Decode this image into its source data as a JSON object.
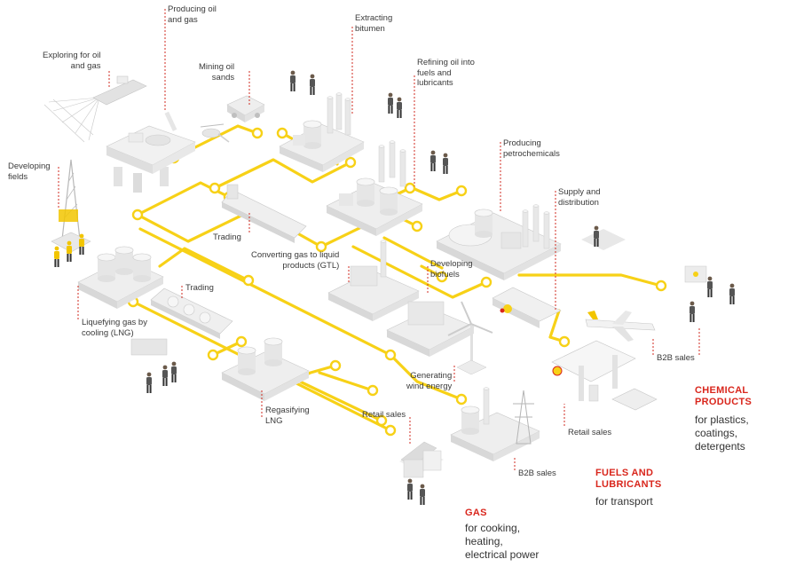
{
  "colors": {
    "pipeline": "#f7d117",
    "leader": "#d02b20",
    "accent": "#d9261c",
    "building": "#e9e9e9",
    "building_dark": "#cfcfcf"
  },
  "icons": [
    "oil-rig-icon",
    "helicopter-icon",
    "derrick-icon",
    "ship-icon",
    "tanker-truck-icon",
    "airplane-icon",
    "wind-turbine-icon",
    "house-icon",
    "pylon-icon",
    "fuel-station-icon",
    "people-icon"
  ],
  "labels": {
    "exploring": "Exploring for oil\nand gas",
    "producing": "Producing oil\nand gas",
    "mining": "Mining oil\nsands",
    "bitumen": "Extracting\nbitumen",
    "refining": "Refining oil into\nfuels and\nlubricants",
    "developing_fields": "Developing\nfields",
    "petrochem": "Producing\npetrochemicals",
    "supply": "Supply and\ndistribution",
    "trading_top": "Trading",
    "gtl": "Converting gas to liquid\nproducts (GTL)",
    "biofuels": "Developing\nbiofuels",
    "trading_mid": "Trading",
    "lng": "Liquefying gas by\ncooling (LNG)",
    "wind": "Generating\nwind energy",
    "regas": "Regasifying\nLNG",
    "retail_left": "Retail sales",
    "retail_right": "Retail sales",
    "b2b_mid": "B2B sales",
    "b2b_right": "B2B sales"
  },
  "outputs": {
    "chemical": {
      "title": "CHEMICAL\nPRODUCTS",
      "sub": "for plastics,\ncoatings,\ndetergents"
    },
    "fuels": {
      "title": "FUELS AND\nLUBRICANTS",
      "sub": "for transport"
    },
    "gas": {
      "title": "GAS",
      "sub": "for cooking,\nheating,\nelectrical power"
    }
  }
}
